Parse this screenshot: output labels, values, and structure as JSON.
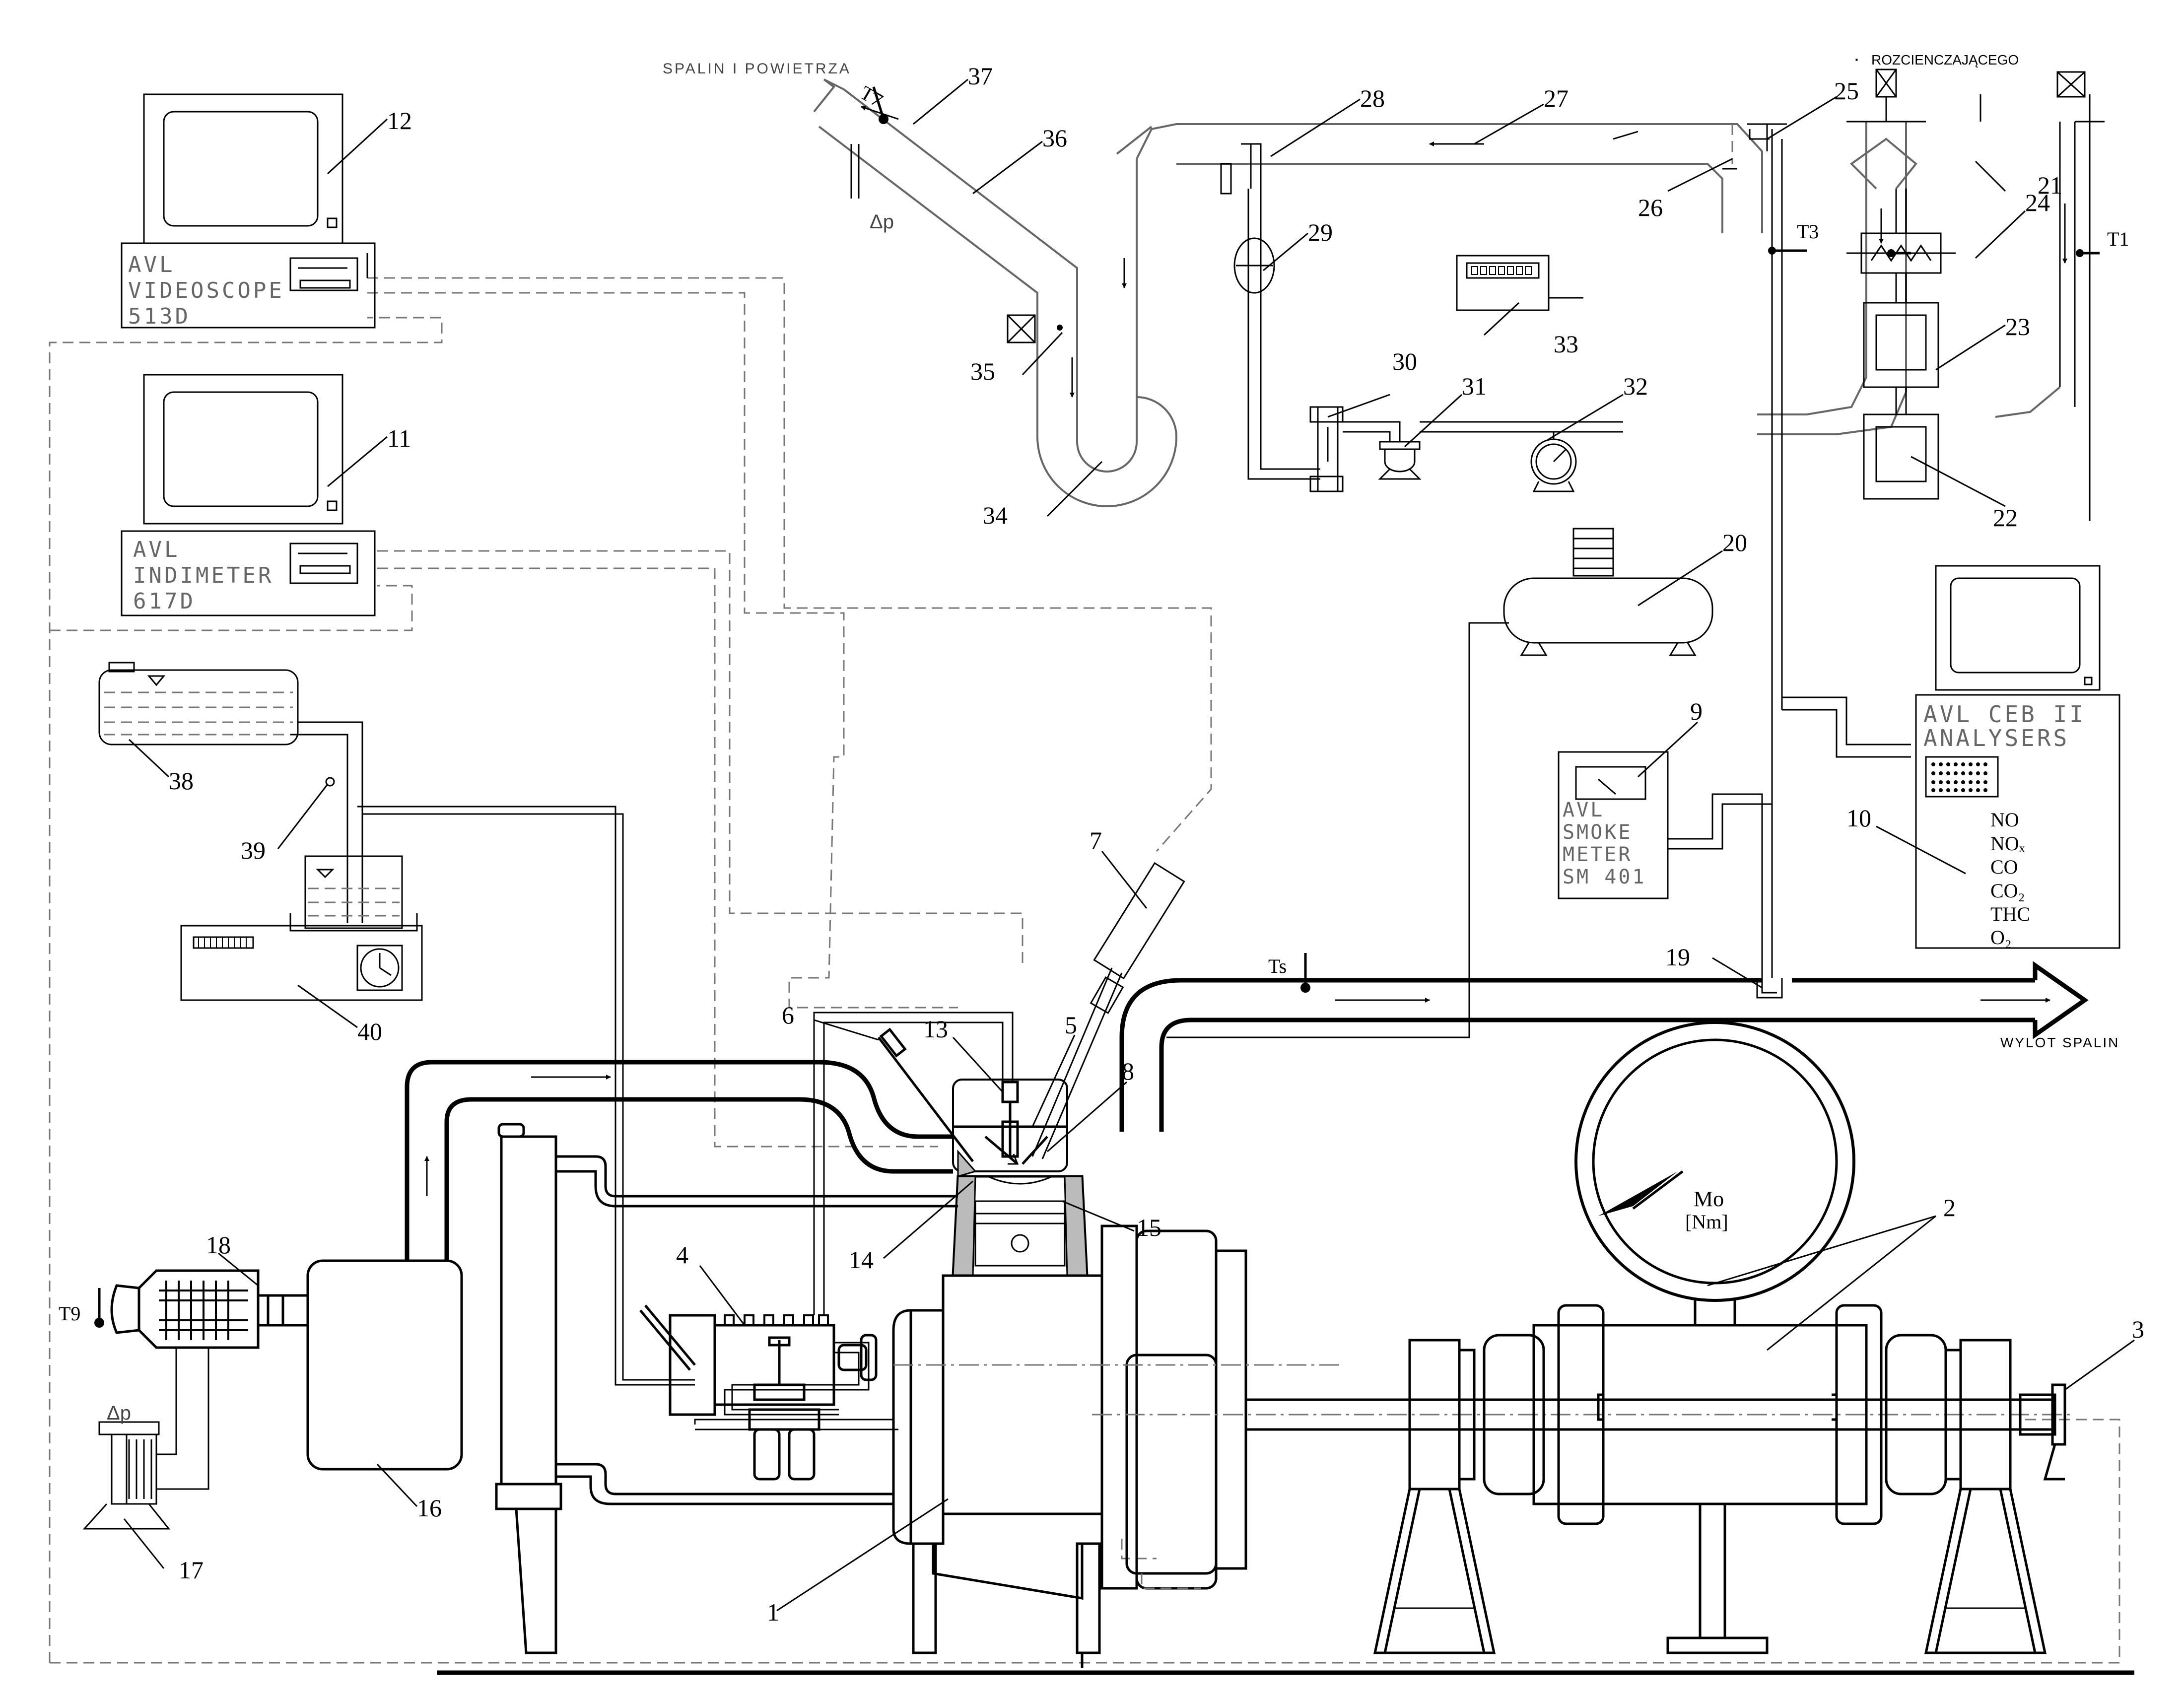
{
  "labels": {
    "spalin_i_powietrza": "SPALIN I POWIETRZA",
    "rozcienczajacego": "ROZCIENCZAJĄCEGO",
    "wylot_spalin": "WYLOT SPALIN",
    "torque": "Mo",
    "torque_unit": "[Nm]",
    "dp_top": "Δp",
    "dp_bottom": "Δp"
  },
  "sensors": {
    "t7": "T7",
    "t3": "T3",
    "t1": "T1",
    "ts": "Ts",
    "t9": "T9"
  },
  "instruments": {
    "videoscope": [
      "AVL",
      "VIDEOSCOPE",
      "513D"
    ],
    "indimeter": [
      "AVL",
      "INDIMETER",
      "617D"
    ],
    "ceb": [
      "AVL CEB II",
      "ANALYSERS"
    ],
    "smoke_meter": [
      "AVL",
      "SMOKE",
      "METER",
      "SM 401"
    ]
  },
  "gases": {
    "no": "NO",
    "nox": "NOₓ",
    "co": "CO",
    "co2": "CO₂",
    "thc": "THC",
    "o2": "O₂"
  },
  "callouts": {
    "c1": "1",
    "c2": "2",
    "c3": "3",
    "c4": "4",
    "c5": "5",
    "c6": "6",
    "c7": "7",
    "c8": "8",
    "c9": "9",
    "c10": "10",
    "c11": "11",
    "c12": "12",
    "c13": "13",
    "c14": "14",
    "c15": "15",
    "c16": "16",
    "c17": "17",
    "c18": "18",
    "c19": "19",
    "c20": "20",
    "c21": "21",
    "c22": "22",
    "c23": "23",
    "c24": "24",
    "c25": "25",
    "c26": "26",
    "c27": "27",
    "c28": "28",
    "c29": "29",
    "c30": "30",
    "c31": "31",
    "c32": "32",
    "c33": "33",
    "c34": "34",
    "c35": "35",
    "c36": "36",
    "c37": "37",
    "c38": "38",
    "c39": "39",
    "c40": "40"
  }
}
